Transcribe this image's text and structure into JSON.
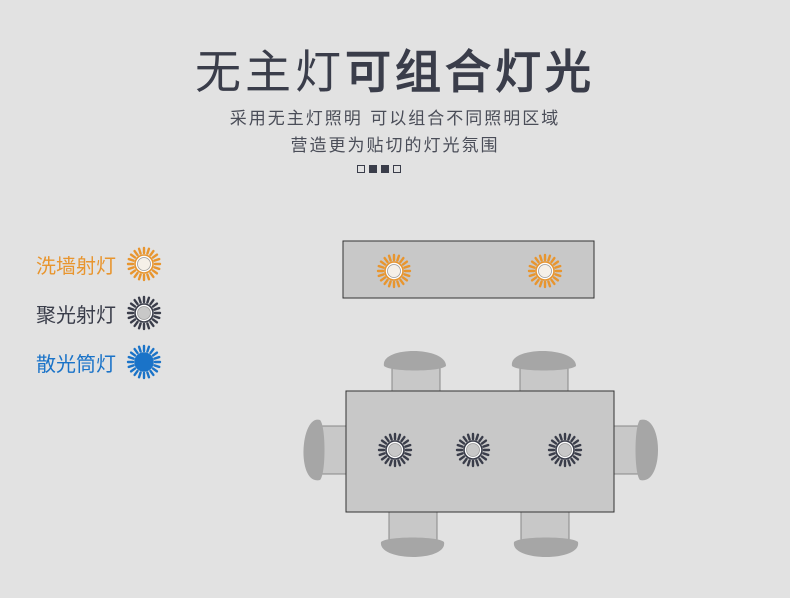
{
  "header": {
    "title_light": "无主灯",
    "title_bold": "可组合灯光",
    "subtitle_line1": "采用无主灯照明 可以组合不同照明区域",
    "subtitle_line2": "营造更为贴切的灯光氛围",
    "pager": {
      "count": 4,
      "active": [
        1,
        2
      ]
    }
  },
  "legend": [
    {
      "label": "洗墙射灯",
      "color": "#e8952e",
      "icon": "wall-washer-light-icon"
    },
    {
      "label": "聚光射灯",
      "color": "#3a3d4a",
      "icon": "spotlight-icon"
    },
    {
      "label": "散光筒灯",
      "color": "#1a73c8",
      "icon": "downlight-icon"
    }
  ],
  "colors": {
    "background": "#e2e2e2",
    "furniture_fill": "#c8c8c8",
    "chair_fill": "#a6a6a6",
    "outline": "#333333"
  }
}
